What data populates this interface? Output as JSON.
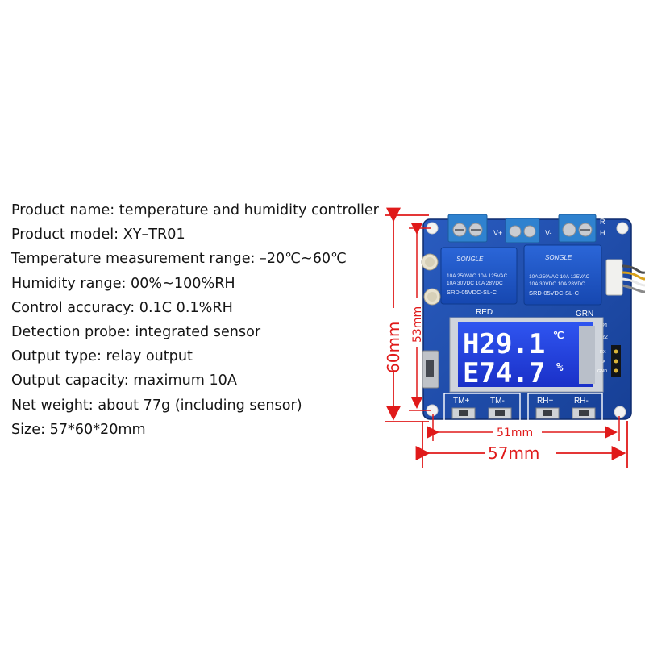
{
  "specs": [
    "Product name: temperature and humidity controller",
    "Product model: XY–TR01",
    "Temperature measurement range: –20℃~60℃",
    "Humidity range: 00%~100%RH",
    "Control accuracy: 0.1C 0.1%RH",
    "Detection probe: integrated sensor",
    "Output type: relay output",
    "Output capacity: maximum 10A",
    "Net weight: about 77g (including sensor)",
    "Size: 57*60*20mm"
  ],
  "dimensions": {
    "height_outer": "60mm",
    "height_inner": "53mm",
    "width_inner": "51mm",
    "width_outer": "57mm"
  },
  "display": {
    "line1_value": "H29.1",
    "line1_unit": "℃",
    "line2_value": "E74.7",
    "line2_unit": "%"
  },
  "board": {
    "buttons": [
      "TM+",
      "TM-",
      "RH+",
      "RH-"
    ],
    "relay_brand": "SONGLE",
    "relay_lines": [
      "10A 250VAC  10A 125VAC",
      "10A 30VDC   10A 28VDC"
    ],
    "relay_model": "SRD-05VDC-SL-C",
    "led_labels": [
      "RED",
      "GRN"
    ],
    "pin_labels": [
      "RX",
      "TX",
      "GND"
    ],
    "terminal_labels": [
      "V+",
      "V-"
    ],
    "corner_labels": [
      "R",
      "H",
      "R1",
      "R2"
    ]
  },
  "colors": {
    "pcb": "#1f4fb0",
    "lcd": "#1e3cd8",
    "terminal": "#2f82cf",
    "relay": "#1d55c4",
    "dimension": "#e01a1a"
  }
}
